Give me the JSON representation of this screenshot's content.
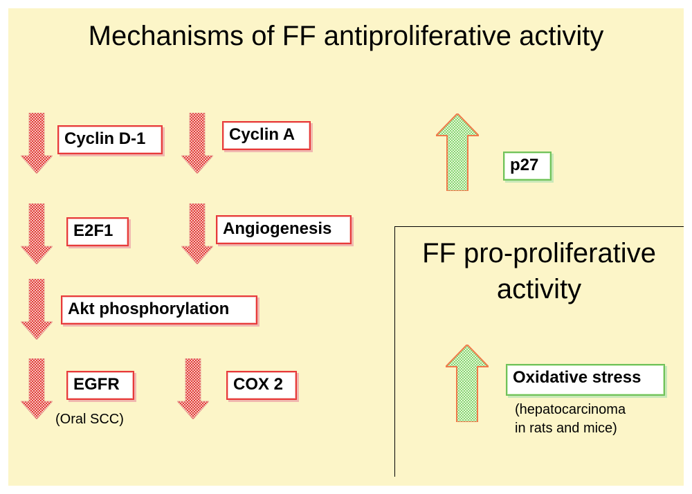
{
  "title": "Mechanisms of FF antiproliferative activity",
  "down_labels": {
    "cyclin_d1": "Cyclin D-1",
    "cyclin_a": "Cyclin A",
    "e2f1": "E2F1",
    "angiogenesis": "Angiogenesis",
    "akt": "Akt phosphorylation",
    "egfr": "EGFR",
    "egfr_note": "(Oral SCC)",
    "cox2": "COX 2"
  },
  "up_labels": {
    "p27": "p27"
  },
  "pro_panel": {
    "title_line1": "FF pro-proliferative",
    "title_line2": "activity",
    "label": "Oxidative stress",
    "note_line1": "(hepatocarcinoma",
    "note_line2": "in rats and mice)"
  },
  "colors": {
    "background": "#fcf5c8",
    "down_arrow_red": "#e8393a",
    "up_arrow_green": "#7fd06a",
    "red_border": "#e8393a",
    "green_border": "#70c25a"
  },
  "icons": {
    "down": "checkered-down-arrow-icon",
    "up": "checkered-up-arrow-icon"
  }
}
